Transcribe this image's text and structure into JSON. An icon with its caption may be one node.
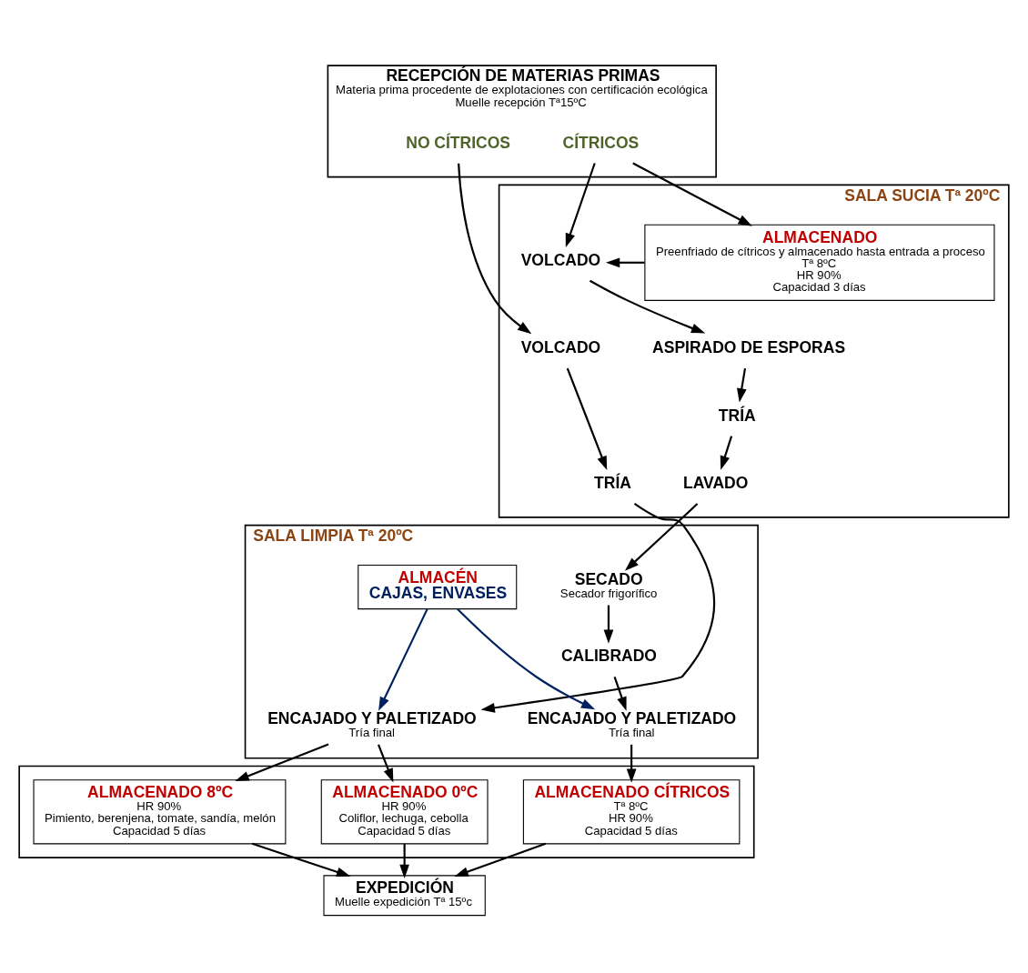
{
  "diagram": {
    "nodes": [
      {
        "text": [
          "RECEPCIÓN DE MATERIAS PRIMAS",
          "Materia prima procedente de explotaciones con certificación ecológica",
          "Muelle recepción Tª15ºC"
        ]
      },
      {
        "text": [
          "NO CÍTRICOS"
        ],
        "in": 0
      },
      {
        "text": [
          "CÍTRICOS"
        ],
        "in": 0
      },
      {
        "text": [
          "SALA SUCIA Tª 20ºC"
        ]
      },
      {
        "text": [
          "VOLCADO"
        ],
        "in": 3
      },
      {
        "text": [
          "TRÍA"
        ],
        "in": 3
      },
      {
        "text": [
          "VOLCADO"
        ],
        "in": 3
      },
      {
        "text": [
          "ASPIRADO DE ESPORAS"
        ],
        "in": 3
      },
      {
        "text": [
          "TRÍA"
        ],
        "in": 3
      },
      {
        "text": [
          "LAVADO"
        ],
        "in": 3
      },
      {
        "text": [
          "ALMACENADO",
          "Preenfriado de cítricos y almacenado hasta entrada a proceso",
          "Tª 8ºC",
          "HR 90%",
          "Capacidad 3 días"
        ],
        "in": 3
      },
      {
        "text": [
          "SALA LIMPIA Tª 20ºC"
        ]
      },
      {
        "text": [
          "ALMACÉN",
          "CAJAS, ENVASES"
        ],
        "in": 11
      },
      {
        "text": [
          "ENCAJADO Y PALETIZADO",
          "Tría final"
        ],
        "in": 11
      },
      {
        "text": [
          "SECADO",
          "Secador frigorífico"
        ],
        "in": 11
      },
      {
        "text": [
          "CALIBRADO"
        ],
        "in": 11
      },
      {
        "text": [
          "ENCAJADO Y PALETIZADO",
          "Tría final"
        ],
        "in": 11
      },
      {
        "text": [],
        "shape": "box"
      },
      {
        "text": [
          "ALMACENADO 8ºC",
          "HR 90%",
          "Pimiento, berenjena, tomate, sandía, melón",
          "Capacidad 5 días"
        ],
        "in": 17
      },
      {
        "text": [
          "ALMACENADO 0ºC",
          "HR 90%",
          "Coliflor, lechuga, cebolla",
          "Capacidad 5 días"
        ],
        "in": 17
      },
      {
        "text": [
          "ALMACENADO CÍTRICOS",
          "Tª 8ºC",
          "HR 90%",
          "Capacidad 5 días"
        ],
        "in": 17
      },
      {
        "text": [
          "EXPEDICIÓN",
          "Muelle expedición Tª 15ºc"
        ]
      }
    ],
    "edges": [
      {
        "from": 1,
        "to": 4,
        "arrow": "to"
      },
      {
        "from": 4,
        "to": 5,
        "arrow": "to"
      },
      {
        "from": 5,
        "to": 13,
        "arrow": "to"
      },
      {
        "from": 2,
        "to": 6,
        "arrow": "to"
      },
      {
        "from": 2,
        "to": 10,
        "arrow": "to"
      },
      {
        "from": 10,
        "to": 6,
        "arrow": "to"
      },
      {
        "from": 6,
        "to": 7,
        "arrow": "to"
      },
      {
        "from": 7,
        "to": 8,
        "arrow": "to"
      },
      {
        "from": 8,
        "to": 9,
        "arrow": "to"
      },
      {
        "from": 9,
        "to": 14,
        "arrow": "to"
      },
      {
        "from": 14,
        "to": 15,
        "arrow": "to"
      },
      {
        "from": 15,
        "to": 16,
        "arrow": "to"
      },
      {
        "from": 12,
        "to": 13,
        "arrow": "to",
        "color": "#002060"
      },
      {
        "from": 12,
        "to": 16,
        "arrow": "to",
        "color": "#002060"
      },
      {
        "from": 13,
        "to": 18,
        "arrow": "to"
      },
      {
        "from": 13,
        "to": 19,
        "arrow": "to"
      },
      {
        "from": 16,
        "to": 20,
        "arrow": "to"
      },
      {
        "from": 18,
        "to": 21,
        "arrow": "to"
      },
      {
        "from": 19,
        "to": 21,
        "arrow": "to"
      },
      {
        "from": 20,
        "to": 21,
        "arrow": "to"
      }
    ]
  }
}
